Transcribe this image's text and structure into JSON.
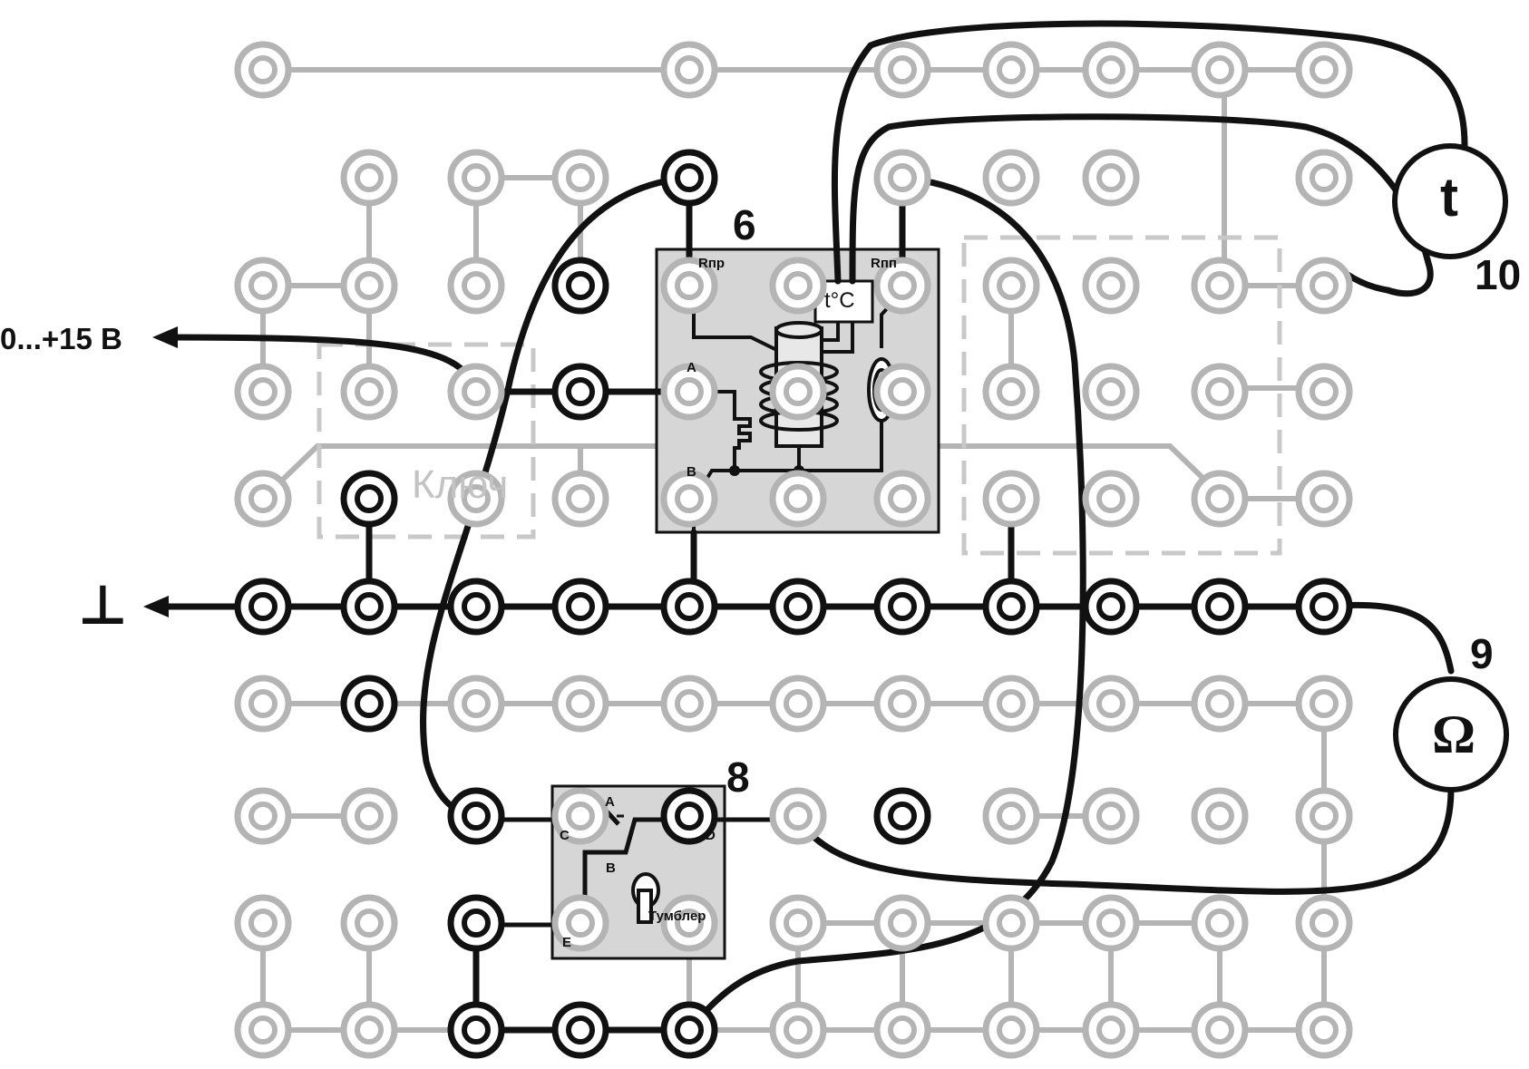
{
  "labels": {
    "source": "0...+15 В",
    "ground": "⊥",
    "key": "Ключ",
    "module6": "6",
    "module8": "8",
    "meter9": "9",
    "meter10": "10",
    "ohm_symbol": "Ω",
    "t_symbol": "t",
    "integrator_symbol": "∫"
  },
  "module6": {
    "pin_rpr": "Rпр",
    "pin_rpp": "Rпп",
    "pin_a": "A",
    "pin_b": "B",
    "sensor": "t°C"
  },
  "module8": {
    "pin_a": "A",
    "pin_b": "B",
    "pin_c": "C",
    "pin_d": "D",
    "pin_e": "E",
    "toggle_label": "Тумблер"
  },
  "colors": {
    "active": "#111111",
    "inactive": "#b4b4b4",
    "module_fill": "#d6d6d6",
    "dashed": "#c8c8c8"
  }
}
